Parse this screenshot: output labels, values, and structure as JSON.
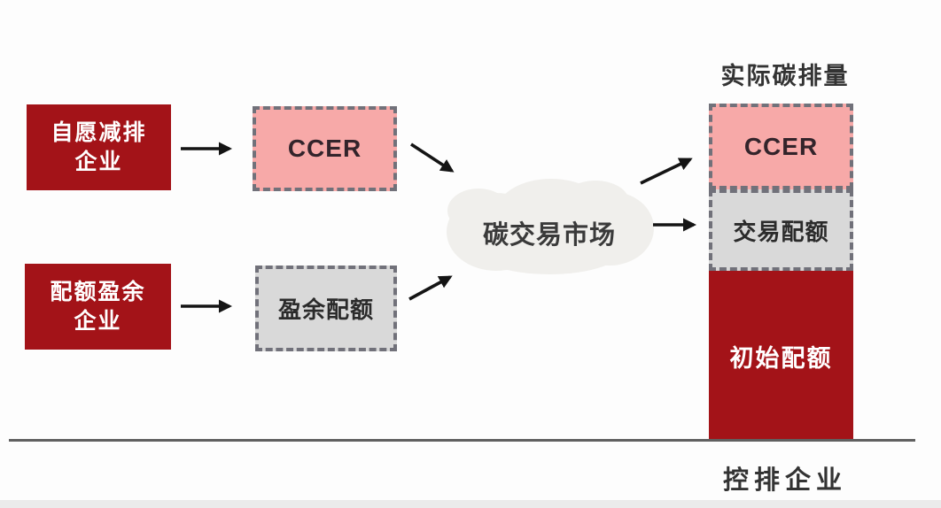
{
  "diagram": {
    "left_boxes": [
      {
        "line1": "自愿减排",
        "line2": "企业"
      },
      {
        "line1": "配额盈余",
        "line2": "企业"
      }
    ],
    "mid_boxes": [
      {
        "label": "CCER"
      },
      {
        "label": "盈余配额"
      }
    ],
    "cloud": {
      "label": "碳交易市场"
    },
    "bar": {
      "title": "实际碳排量",
      "segments": [
        {
          "label": "CCER"
        },
        {
          "label": "交易配额"
        },
        {
          "label": "初始配额"
        }
      ],
      "footer_label": "控排企业"
    },
    "colors": {
      "dark_red": "#a31318",
      "pink": "#f7a9a8",
      "gray_fill": "#d9d9d9",
      "dash_border": "#71717a",
      "arrow": "#141414",
      "cloud_fill": "#f0efec",
      "baseline": "#606060",
      "text_dark": "#333333"
    }
  }
}
